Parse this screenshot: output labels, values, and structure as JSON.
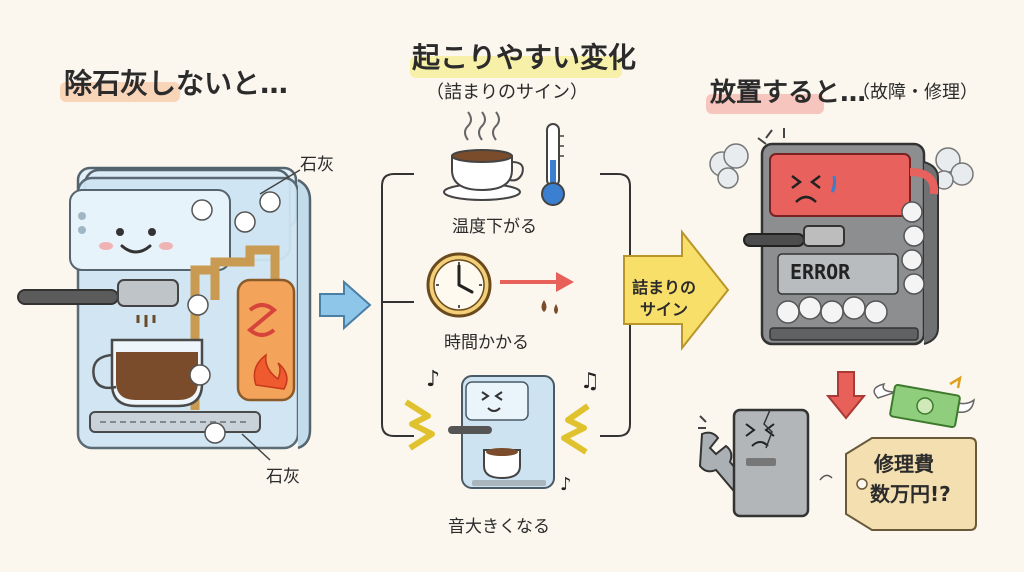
{
  "left": {
    "title": "除石灰しないと…",
    "label_top": "石灰",
    "label_bottom": "石灰"
  },
  "middle": {
    "title": "起こりやすい変化",
    "subtitle": "（詰まりのサイン）",
    "items": [
      {
        "label": "温度下がる"
      },
      {
        "label": "時間かかる"
      },
      {
        "label": "音大きくなる"
      }
    ],
    "big_arrow_text": [
      "詰まりの",
      "サイン"
    ]
  },
  "right": {
    "title": "放置すると…",
    "title_suffix": "（故障・修理）",
    "screen_text": "ERROR",
    "tag_text": [
      "修理費",
      "数万円!?"
    ]
  },
  "colors": {
    "highlight_orange": "#f7c9a6",
    "highlight_yellow": "#f6ef9b",
    "highlight_pink": "#f5b8b0",
    "arrow_blue": "#8ec6ea",
    "arrow_yellow": "#f7df6a",
    "arrow_red": "#e8605a"
  }
}
